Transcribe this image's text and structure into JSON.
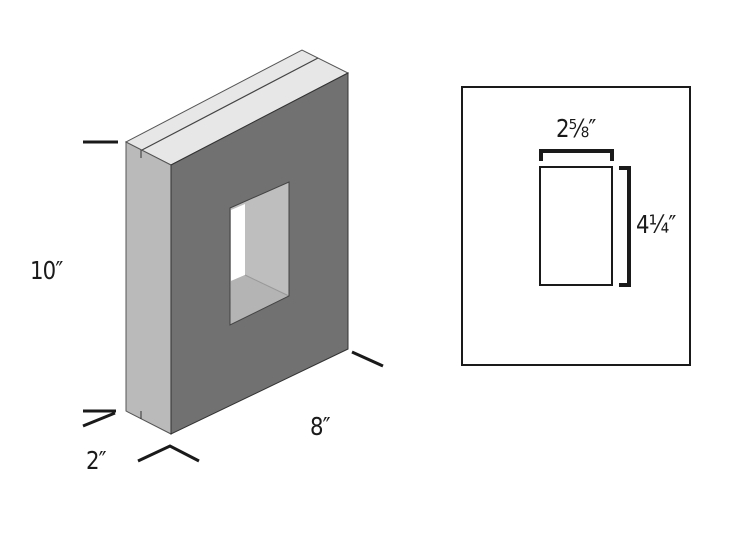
{
  "block": {
    "height_label": "10″",
    "depth_label": "2″",
    "width_label": "8″"
  },
  "opening": {
    "width_label": "2⅝″",
    "height_label": "4¼″"
  },
  "colors": {
    "front_face": "#717171",
    "side_face": "#b8b9b8",
    "top_face": "#e6e7e6",
    "line": "#1a1a1a"
  }
}
